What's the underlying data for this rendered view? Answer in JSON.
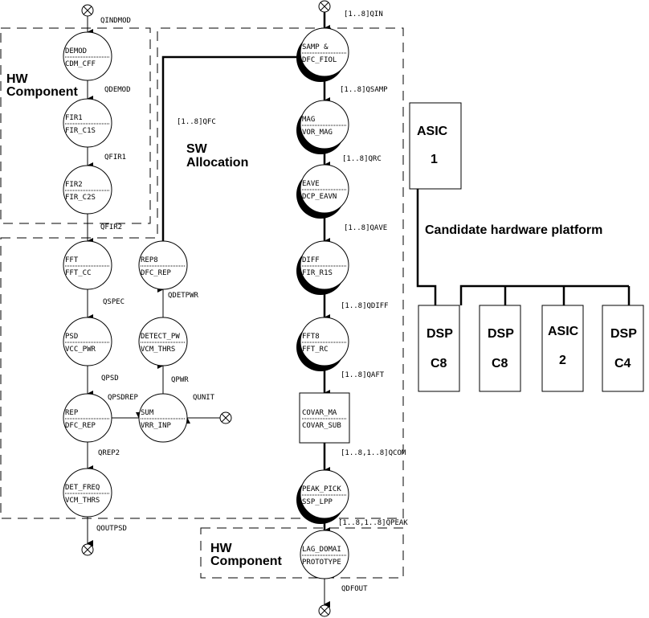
{
  "regions": {
    "hw_top": "HW Component",
    "sw": "SW Allocation",
    "hw_bottom": "HW Component"
  },
  "nodes": [
    {
      "id": "demod",
      "top": "DEMOD",
      "bottom": "CDM_CFF",
      "shadow": false,
      "shape": "circle"
    },
    {
      "id": "fir1",
      "top": "FIR1",
      "bottom": "FIR_C1S",
      "shadow": false,
      "shape": "circle"
    },
    {
      "id": "fir2",
      "top": "FIR2",
      "bottom": "FIR_C2S",
      "shadow": false,
      "shape": "circle"
    },
    {
      "id": "fft",
      "top": "FFT",
      "bottom": "FFT_CC",
      "shadow": false,
      "shape": "circle"
    },
    {
      "id": "psd",
      "top": "PSD",
      "bottom": "VCC_PWR",
      "shadow": false,
      "shape": "circle"
    },
    {
      "id": "rep",
      "top": "REP",
      "bottom": "DFC_REP",
      "shadow": false,
      "shape": "circle"
    },
    {
      "id": "det_freq",
      "top": "DET_FREQ",
      "bottom": "VCM_THRS",
      "shadow": false,
      "shape": "circle"
    },
    {
      "id": "rep8",
      "top": "REP8",
      "bottom": "DFC_REP",
      "shadow": false,
      "shape": "circle"
    },
    {
      "id": "detect_pw",
      "top": "DETECT_PW",
      "bottom": "VCM_THRS",
      "shadow": false,
      "shape": "circle"
    },
    {
      "id": "sum",
      "top": "SUM",
      "bottom": "VRR_INP",
      "shadow": false,
      "shape": "circle"
    },
    {
      "id": "samp",
      "top": "SAMP &",
      "bottom": "DFC_FIOL",
      "shadow": true,
      "shape": "circle"
    },
    {
      "id": "mag",
      "top": "MAG",
      "bottom": "VOR_MAG",
      "shadow": true,
      "shape": "circle"
    },
    {
      "id": "eave",
      "top": "EAVE",
      "bottom": "DCP_EAVN",
      "shadow": true,
      "shape": "circle"
    },
    {
      "id": "diff",
      "top": "DIFF",
      "bottom": "FIR_R1S",
      "shadow": true,
      "shape": "circle"
    },
    {
      "id": "fft8",
      "top": "FFT8",
      "bottom": "FFT_RC",
      "shadow": true,
      "shape": "circle"
    },
    {
      "id": "covar",
      "top": "COVAR_MA",
      "bottom": "COVAR_SUB",
      "shadow": false,
      "shape": "box"
    },
    {
      "id": "peak",
      "top": "PEAK_PICK",
      "bottom": "SSP_LPP",
      "shadow": true,
      "shape": "circle"
    },
    {
      "id": "lag",
      "top": "LAG_DOMAI",
      "bottom": "PROTOTYPE",
      "shadow": false,
      "shape": "circle"
    }
  ],
  "edge_labels": {
    "qindmod": "QINDMOD",
    "qdemod": "QDEMOD",
    "qfir1": "QFIR1",
    "qfir2": "QFIR2",
    "qspec": "QSPEC",
    "qpsd": "QPSD",
    "qpsdrep": "QPSDREP",
    "qrep2": "QREP2",
    "qoutpsd": "QOUTPSD",
    "qdetpwr": "QDETPWR",
    "qpwr": "QPWR",
    "qunit": "QUNIT",
    "qfc": "[1..8]QFC",
    "qin": "[1..8]QIN",
    "qsamp": "[1..8]QSAMP",
    "qrc": "[1..8]QRC",
    "qave": "[1..8]QAVE",
    "qdiff": "[1..8]QDIFF",
    "qaft": "[1..8]QAFT",
    "qcom": "[1..8,1..8]QCOM",
    "qpeak": "[1..8,1..8]QPEAK",
    "qdfout": "QDFOUT"
  },
  "platform": {
    "title": "Candidate hardware platform",
    "asic1": {
      "line1": "ASIC",
      "line2": "1"
    },
    "units": [
      {
        "line1": "DSP",
        "line2": "C8"
      },
      {
        "line1": "DSP",
        "line2": "C8"
      },
      {
        "line1": "ASIC",
        "line2": "2"
      },
      {
        "line1": "DSP",
        "line2": "C4"
      }
    ]
  }
}
